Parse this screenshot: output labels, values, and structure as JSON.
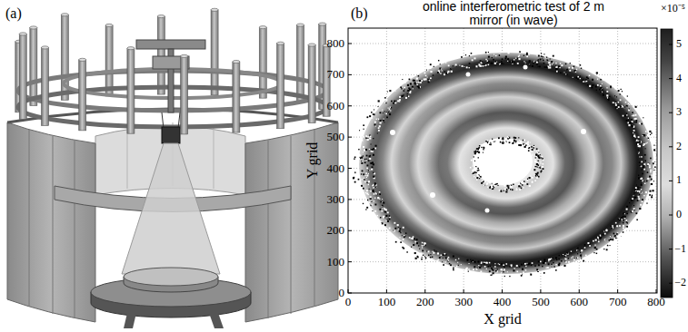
{
  "diagram": {
    "labels": [
      "(a)",
      "(b)",
      "online interferometric test of 2 m mirror (in wave)",
      "800",
      "700",
      "600",
      "500",
      "400",
      "300",
      "200",
      "100",
      "0",
      "0",
      "100",
      "200",
      "300",
      "400",
      "500",
      "600",
      "700",
      "800",
      "X grid",
      "Y grid",
      "×10⁻⁵",
      "5",
      "4",
      "3",
      "2",
      "1",
      "0",
      "−1",
      "−2"
    ]
  }
}
